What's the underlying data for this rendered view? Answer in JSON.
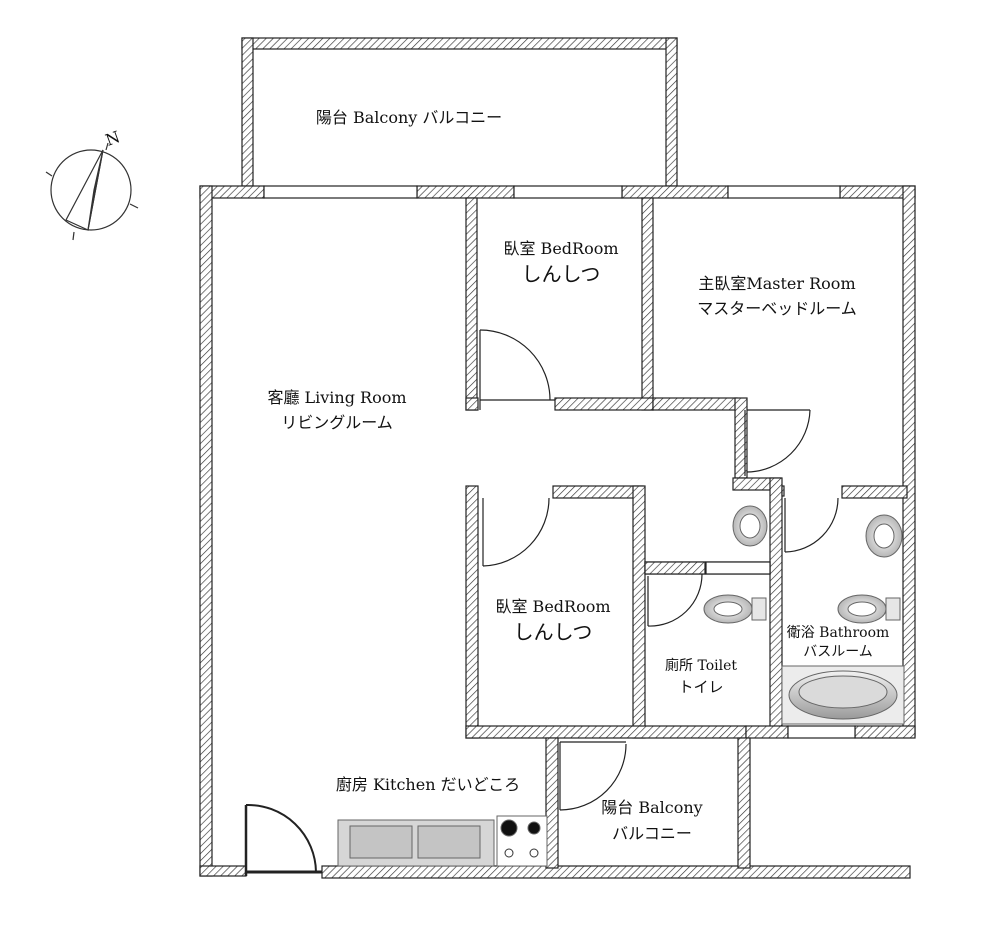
{
  "compass": {
    "north_label": "N"
  },
  "rooms": {
    "balcony_top": {
      "line1": "陽台 Balcony バルコニー"
    },
    "living_room": {
      "line1": "客廳 Living Room",
      "line2": "リビングルーム"
    },
    "bedroom_top": {
      "line1": "臥室 BedRoom",
      "line2": "しんしつ"
    },
    "master_room": {
      "line1": "主臥室Master Room",
      "line2": "マスターベッドルーム"
    },
    "bedroom_mid": {
      "line1": "臥室 BedRoom",
      "line2": "しんしつ"
    },
    "toilet": {
      "line1": "廁所 Toilet",
      "line2": "トイレ"
    },
    "bathroom": {
      "line1": "衛浴 Bathroom",
      "line2": "バスルーム"
    },
    "kitchen": {
      "line1": "廚房 Kitchen だいどころ"
    },
    "balcony_bottom": {
      "line1": "陽台 Balcony",
      "line2": "バルコニー"
    }
  },
  "colors": {
    "wall": "#222222",
    "fixture_fill": "#d9d9d9",
    "fixture_stroke": "#666666"
  }
}
